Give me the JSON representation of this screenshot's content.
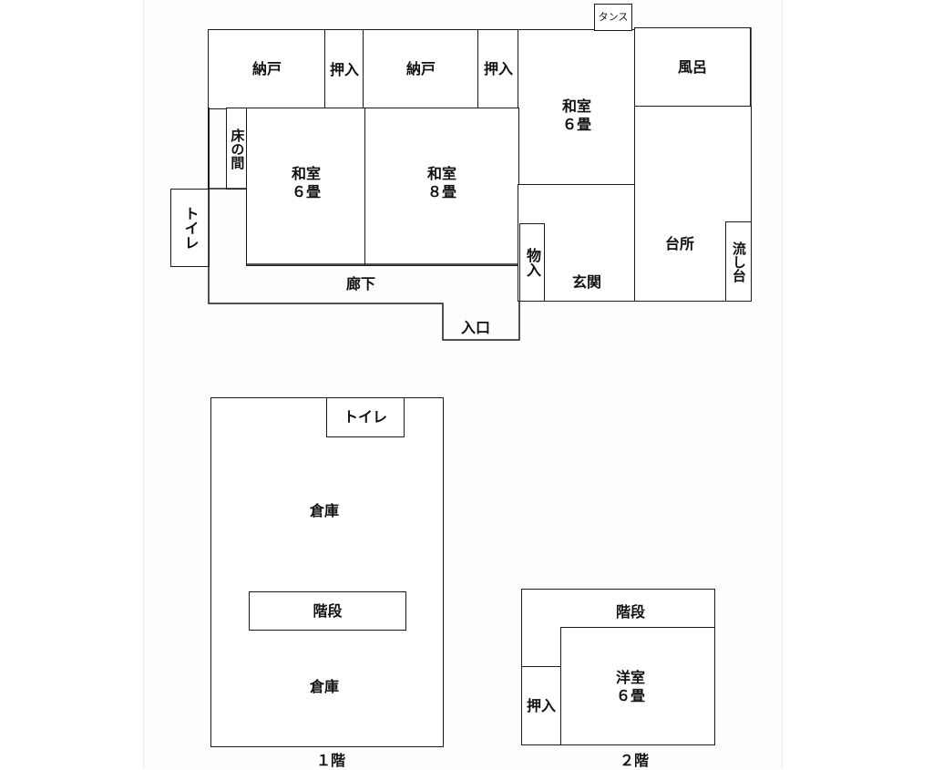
{
  "house": {
    "rooms": {
      "nando_left": "納戸",
      "oshiire_1": "押入",
      "nando_center": "納戸",
      "oshiire_2": "押入",
      "tansu": "タンス",
      "washitsu_6_right_name": "和室",
      "washitsu_6_right_size": "６畳",
      "furo": "風呂",
      "tokonoma": "床の間",
      "washitsu_6_left_name": "和室",
      "washitsu_6_left_size": "６畳",
      "washitsu_8_name": "和室",
      "washitsu_8_size": "８畳",
      "toilet": "トイレ",
      "monoire": "物入",
      "genkan": "玄関",
      "daidokoro": "台所",
      "nagashidai": "流し台",
      "rouka": "廊下",
      "iriguchi": "入口"
    }
  },
  "floor1": {
    "toilet": "トイレ",
    "souko_top": "倉庫",
    "kaidan": "階段",
    "souko_bottom": "倉庫",
    "caption": "１階"
  },
  "floor2": {
    "kaidan": "階段",
    "oshiire": "押入",
    "youshitsu_name": "洋室",
    "youshitsu_size": "６畳",
    "caption": "２階"
  }
}
